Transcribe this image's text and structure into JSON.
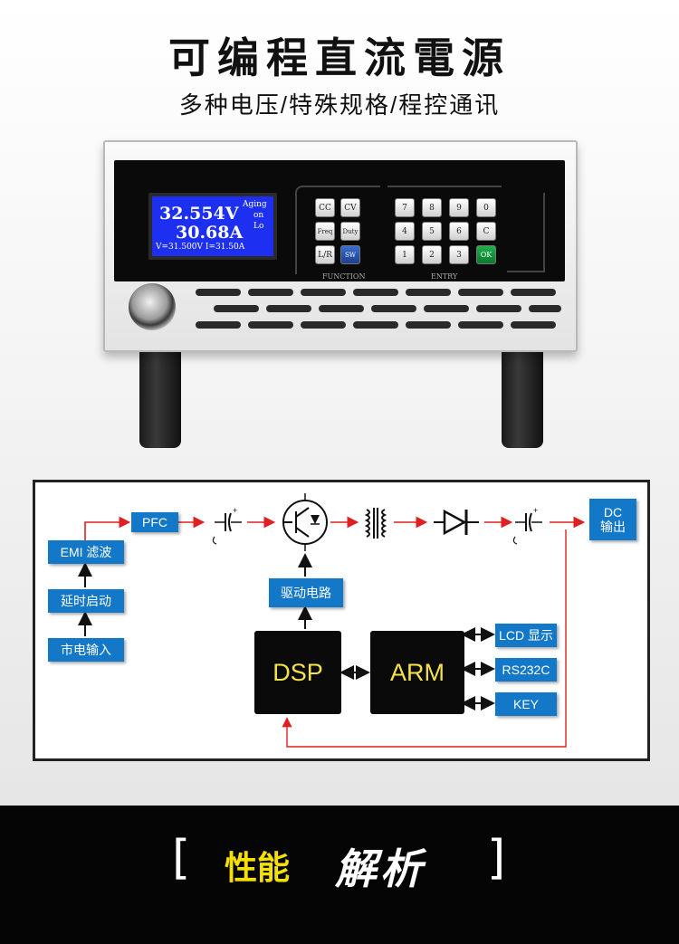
{
  "header": {
    "title": "可编程直流電源",
    "subtitle": "多种电压/特殊规格/程控通讯"
  },
  "device": {
    "display": {
      "voltage": "32.554V",
      "current": "30.68A",
      "mode_line1": "Aging",
      "mode_line2": "on",
      "mode_line3": "Lo",
      "setpoint": "V=31.500V I=31.50A"
    },
    "function_keys": [
      "CC",
      "CV",
      "Freq",
      "Duty",
      "L/R",
      "SW"
    ],
    "entry_keys": [
      "7",
      "8",
      "9",
      "0",
      "4",
      "5",
      "6",
      "C",
      "1",
      "2",
      "3",
      "OK"
    ],
    "function_label": "FUNCTION",
    "entry_label": "ENTRY"
  },
  "diagram": {
    "pfc": "PFC",
    "emi": "EMI 滤波",
    "softstart": "延时启动",
    "mains": "市电输入",
    "drive": "驱动电路",
    "dsp": "DSP",
    "arm": "ARM",
    "lcd": "LCD 显示",
    "rs232": "RS232C",
    "key": "KEY",
    "dc_line1": "DC",
    "dc_line2": "输出"
  },
  "banner": {
    "left_bracket": "[",
    "yellow": "性能",
    "white": "解析",
    "right_bracket": "]"
  },
  "colors": {
    "block_blue": "#1478c8",
    "arrow_red": "#e02020",
    "arm_text": "#f3e24a",
    "banner_yellow": "#f5e000"
  }
}
